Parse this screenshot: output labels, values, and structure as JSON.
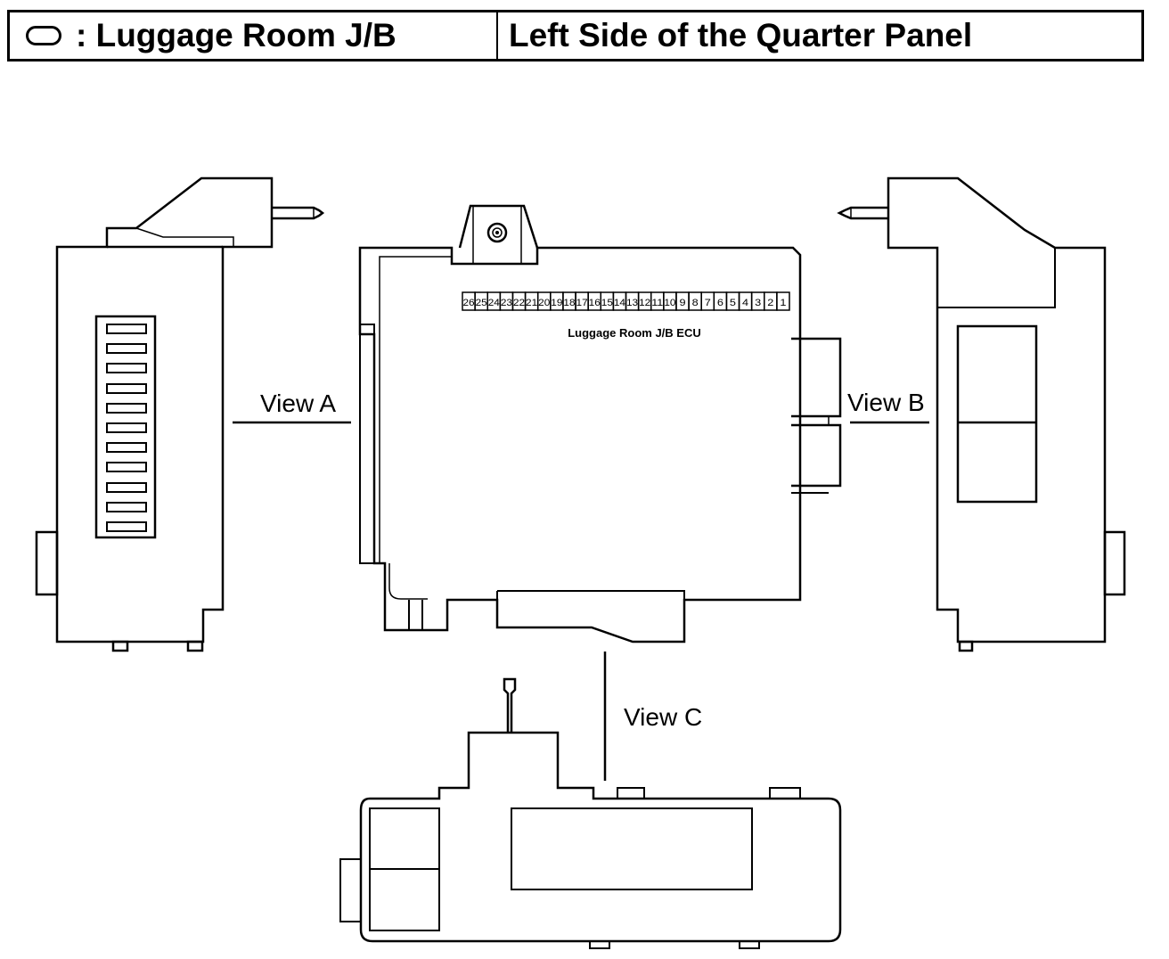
{
  "header": {
    "legend_icon": "oval-icon",
    "title": ": Luggage Room J/B",
    "location": "Left Side of the Quarter Panel"
  },
  "views": {
    "a": "View A",
    "b": "View B",
    "c": "View C"
  },
  "ecu": {
    "label": "Luggage Room J/B ECU",
    "pins": [
      "26",
      "25",
      "24",
      "23",
      "22",
      "21",
      "20",
      "19",
      "18",
      "17",
      "16",
      "15",
      "14",
      "13",
      "12",
      "11",
      "10",
      "9",
      "8",
      "7",
      "6",
      "5",
      "4",
      "3",
      "2",
      "1"
    ]
  },
  "colors": {
    "line": "#000000",
    "background": "#ffffff"
  }
}
